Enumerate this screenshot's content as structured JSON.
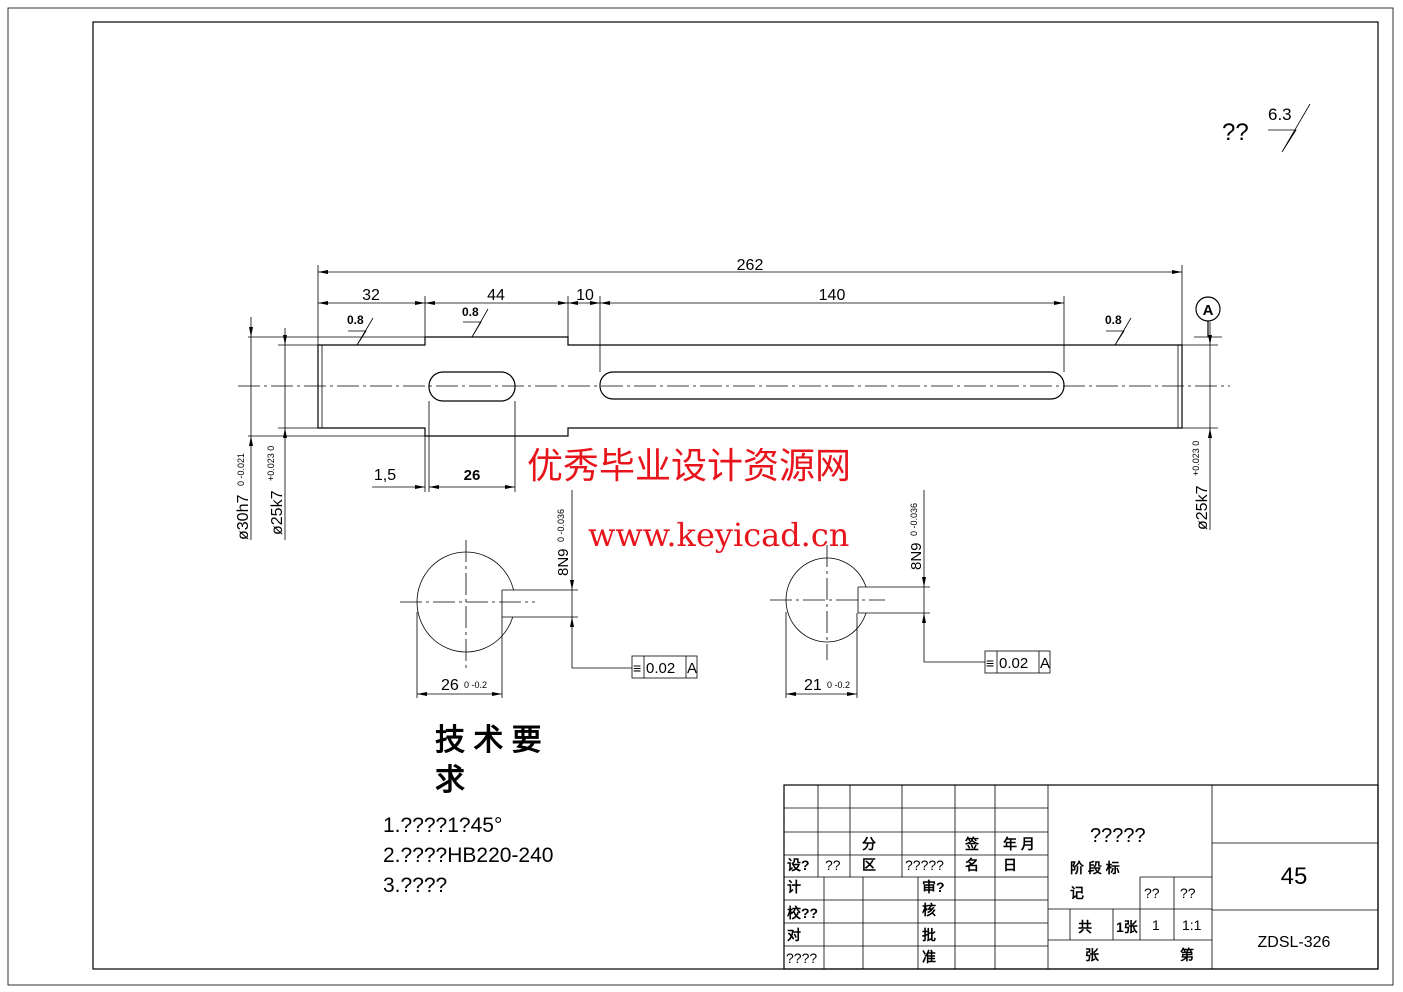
{
  "roughness_general": {
    "label": "??",
    "value": "6.3"
  },
  "dimensions": {
    "overall": "262",
    "d32": "32",
    "d44": "44",
    "d10": "10",
    "d140": "140",
    "d1_5": "1,5",
    "d26": "26",
    "dia30": "ø30h7",
    "dia30_tol": "0 -0.021",
    "dia25_left": "ø25k7",
    "dia25_left_tol": "+0.023 0",
    "dia25_right": "ø25k7",
    "dia25_right_tol": "+0.023 0"
  },
  "roughness": [
    "0.8",
    "0.8",
    "0.8"
  ],
  "datum": "A",
  "sections": [
    {
      "keyway": "8N9",
      "keyway_tol": "0 -0.036",
      "depth": "26",
      "depth_tol": "0 -0.2",
      "tolerance": {
        "symbol": "≡",
        "value": "0.02",
        "datum": "A"
      }
    },
    {
      "keyway": "8N9",
      "keyway_tol": "0 -0.036",
      "depth": "21",
      "depth_tol": "0 -0.2",
      "tolerance": {
        "symbol": "≡",
        "value": "0.02",
        "datum": "A"
      }
    }
  ],
  "watermark": {
    "title": "优秀毕业设计资源网",
    "url": "www.keyicad.cn"
  },
  "tech_requirements": {
    "title_line1": "技 术 要",
    "title_line2": "求",
    "items": [
      "1.????1?45°",
      "2.????HB220-240",
      "3.????"
    ]
  },
  "title_block": {
    "fen": "分",
    "qu": "区",
    "qian": "签",
    "ming": "名",
    "nian_yue": "年 月",
    "ri": "日",
    "she": "设?",
    "ji": "计",
    "q2": "??",
    "q5": "?????",
    "jiao": "校??",
    "dui": "对",
    "q4": "????",
    "shen": "审?",
    "he": "核",
    "pi": "批",
    "zhun": "准",
    "part_name": "?????",
    "stage1": "阶 段 标",
    "stage2": "记",
    "weight": "??",
    "scale_label": "??",
    "gong": "共",
    "zhang1": "1张",
    "zhang2": "张",
    "count": "1",
    "di": "第",
    "scale": "1:1",
    "material": "45",
    "drawing_no": "ZDSL-326"
  }
}
